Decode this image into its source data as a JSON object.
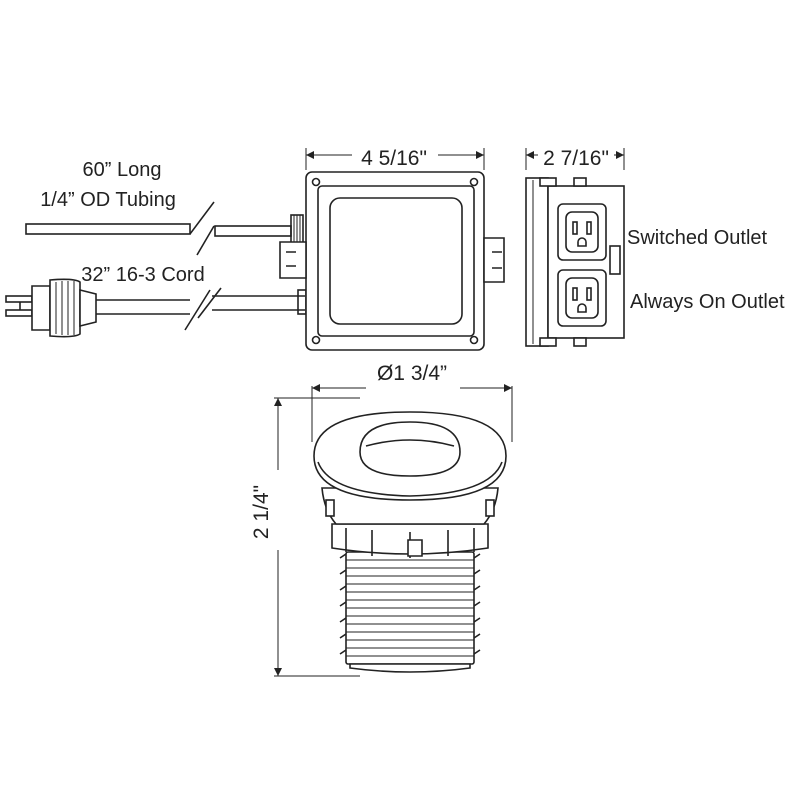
{
  "labels": {
    "tubing_line1": "60” Long",
    "tubing_line2": "1/4” OD Tubing",
    "cord": "32” 16-3 Cord",
    "box_width": "4 5/16\"",
    "box_depth": "2 7/16\"",
    "switched_outlet": "Switched Outlet",
    "always_on_outlet": "Always On Outlet",
    "button_diameter": "Ø1 3/4”",
    "button_height": "2 1/4\""
  },
  "colors": {
    "line": "#222222",
    "background": "#ffffff"
  }
}
